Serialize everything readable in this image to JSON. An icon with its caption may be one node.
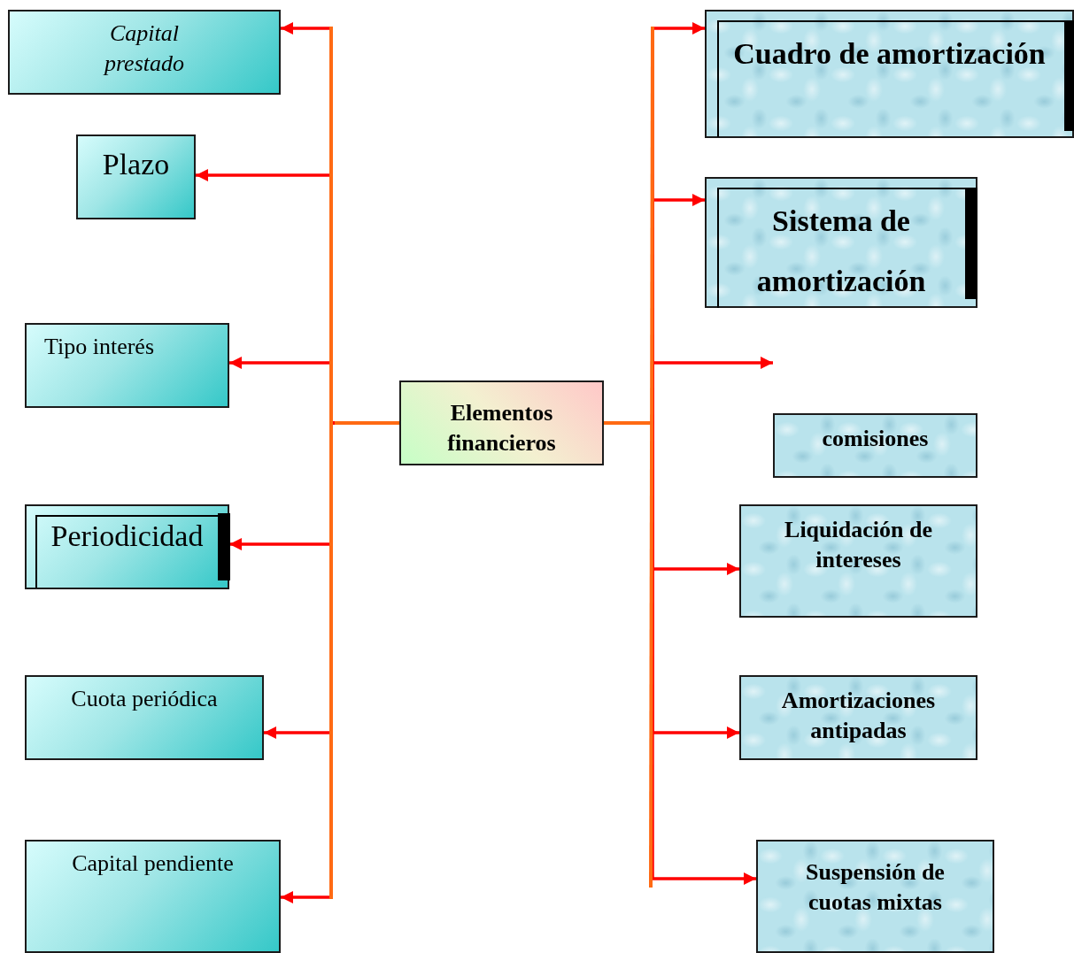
{
  "diagram": {
    "nodes": [
      {
        "text": [
          "Elementos financieros"
        ]
      },
      {
        "text": [
          "Capital prestado"
        ]
      },
      {
        "text": [
          "Plazo"
        ]
      },
      {
        "text": [
          "Tipo interés"
        ]
      },
      {
        "text": [
          "Periodicidad"
        ]
      },
      {
        "text": [
          "Cuota periódica"
        ]
      },
      {
        "text": [
          "Capital pendiente"
        ]
      },
      {
        "text": [
          "Cuadro de amortización"
        ]
      },
      {
        "text": [
          "Sistema de amortización"
        ]
      },
      {
        "text": [
          "comisiones"
        ]
      },
      {
        "text": [
          "Liquidación de intereses"
        ]
      },
      {
        "text": [
          "Amortizaciones antipadas"
        ]
      },
      {
        "text": [
          "Suspensión de cuotas mixtas"
        ]
      }
    ],
    "edges": [
      {
        "from": 0,
        "to": 1,
        "arrow": "to"
      },
      {
        "from": 0,
        "to": 2,
        "arrow": "to"
      },
      {
        "from": 0,
        "to": 3,
        "arrow": "to"
      },
      {
        "from": 0,
        "to": 4,
        "arrow": "to"
      },
      {
        "from": 0,
        "to": 5,
        "arrow": "to"
      },
      {
        "from": 0,
        "to": 6,
        "arrow": "to"
      },
      {
        "from": 0,
        "to": 7,
        "arrow": "to"
      },
      {
        "from": 0,
        "to": 8,
        "arrow": "to"
      },
      {
        "from": 0,
        "to": null,
        "arrow": "to"
      },
      {
        "from": 0,
        "to": 10,
        "arrow": "to"
      },
      {
        "from": 0,
        "to": 11,
        "arrow": "to"
      },
      {
        "from": 0,
        "to": 12,
        "arrow": "to"
      }
    ]
  }
}
